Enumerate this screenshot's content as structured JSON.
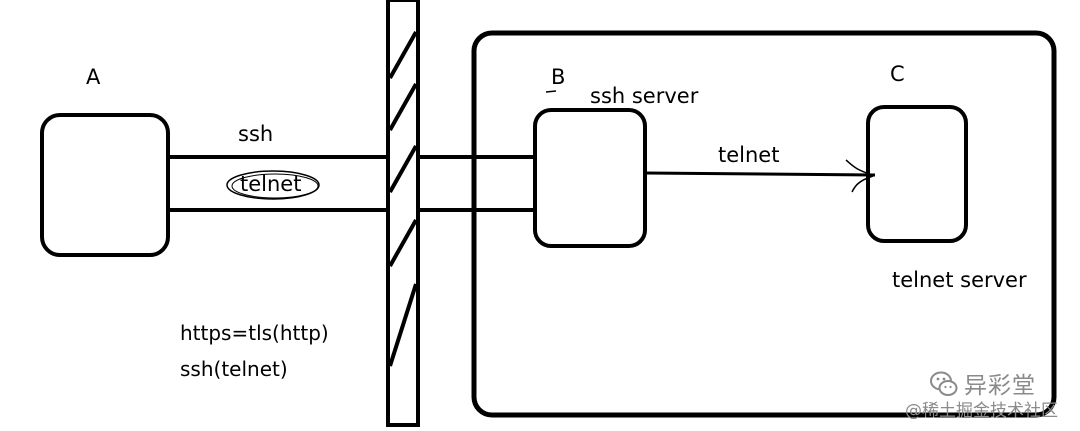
{
  "nodes": {
    "a": {
      "label": "A"
    },
    "b": {
      "label": "B",
      "caption": "ssh server"
    },
    "c": {
      "label": "C",
      "caption": "telnet server"
    }
  },
  "tunnel": {
    "outer_label": "ssh",
    "inner_label": "telnet"
  },
  "edge_b_c": {
    "label": "telnet"
  },
  "notes": [
    "https=tls(http)",
    "ssh(telnet)"
  ],
  "watermark": {
    "title": "异彩堂",
    "subtitle": "@稀土掘金技术社区",
    "icon": "wechat-icon"
  },
  "colors": {
    "ink": "#000000",
    "watermark": "#8a8a8a"
  }
}
